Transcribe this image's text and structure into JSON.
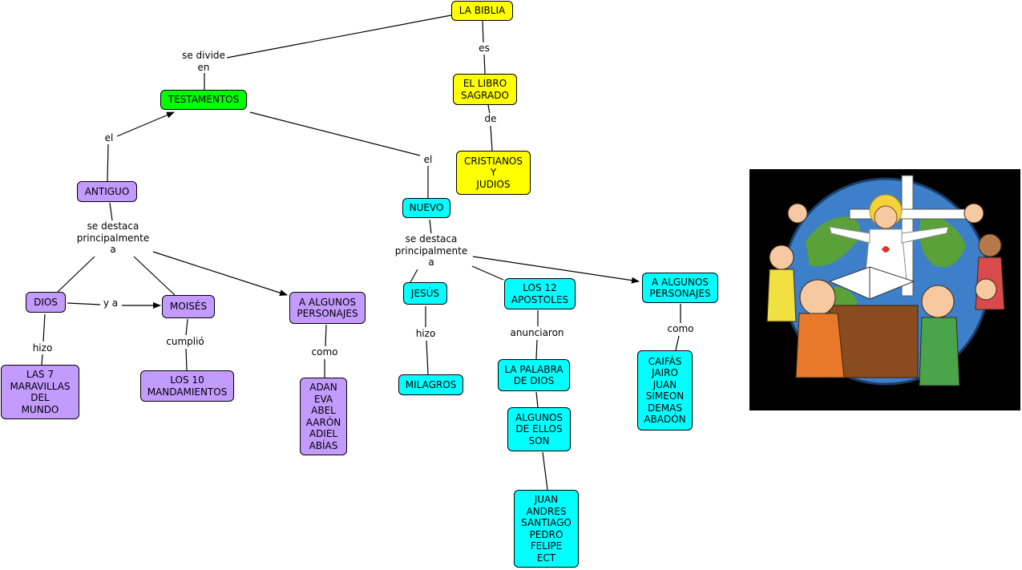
{
  "nodes": {
    "biblia": "LA BIBLIA",
    "testamentos": "TESTAMENTOS",
    "libro_sagrado": "EL LIBRO\nSAGRADO",
    "cristianos": "CRISTIANOS\nY\nJUDIOS",
    "antiguo": "ANTIGUO",
    "nuevo": "NUEVO",
    "dios": "DIOS",
    "moises": "MOISÉS",
    "algunos_personajes_at": "A ALGUNOS\nPERSONAJES",
    "maravillas": "LAS 7\nMARAVILLAS\nDEL\nMUNDO",
    "mandamientos": "LOS 10\nMANDAMIENTOS",
    "personajes_at_list": "ADAN\nEVA\nABEL\nAARÓN\nADIEL\nABÍAS",
    "jesus": "JESÚS",
    "apostoles": "LOS 12\nAPOSTOLES",
    "algunos_personajes_nt": "A ALGUNOS\nPERSONAJES",
    "milagros": "MILAGROS",
    "palabra": "LA PALABRA\nDE DIOS",
    "algunos_son": "ALGUNOS\nDE ELLOS\nSON",
    "apostoles_list": "JUAN\nANDRES\nSANTIAGO\nPEDRO\nFELIPE\nECT",
    "personajes_nt_list": "CAIFÁS\nJAIRO\nJUAN\nSIMEON\nDEMAS\nABADÓN"
  },
  "labels": {
    "se_divide_en": "se divide\nen",
    "es": "es",
    "de": "de",
    "el_antiguo": "el",
    "el_nuevo": "el",
    "se_destaca_at": "se destaca\nprincipalmente\na",
    "se_destaca_nt": "se destaca\nprincipalmente\na",
    "y_a": "y a",
    "hizo_dios": "hizo",
    "cumplio": "cumplió",
    "como_at": "como",
    "hizo_jesus": "hizo",
    "anunciaron": "anunciaron",
    "como_nt": "como"
  },
  "picture": {
    "description_icon": "bible-children-world-illustration"
  },
  "colors": {
    "yellow": "#ffff00",
    "green": "#00ff00",
    "purple": "#c39bff",
    "cyan": "#00ffff"
  }
}
